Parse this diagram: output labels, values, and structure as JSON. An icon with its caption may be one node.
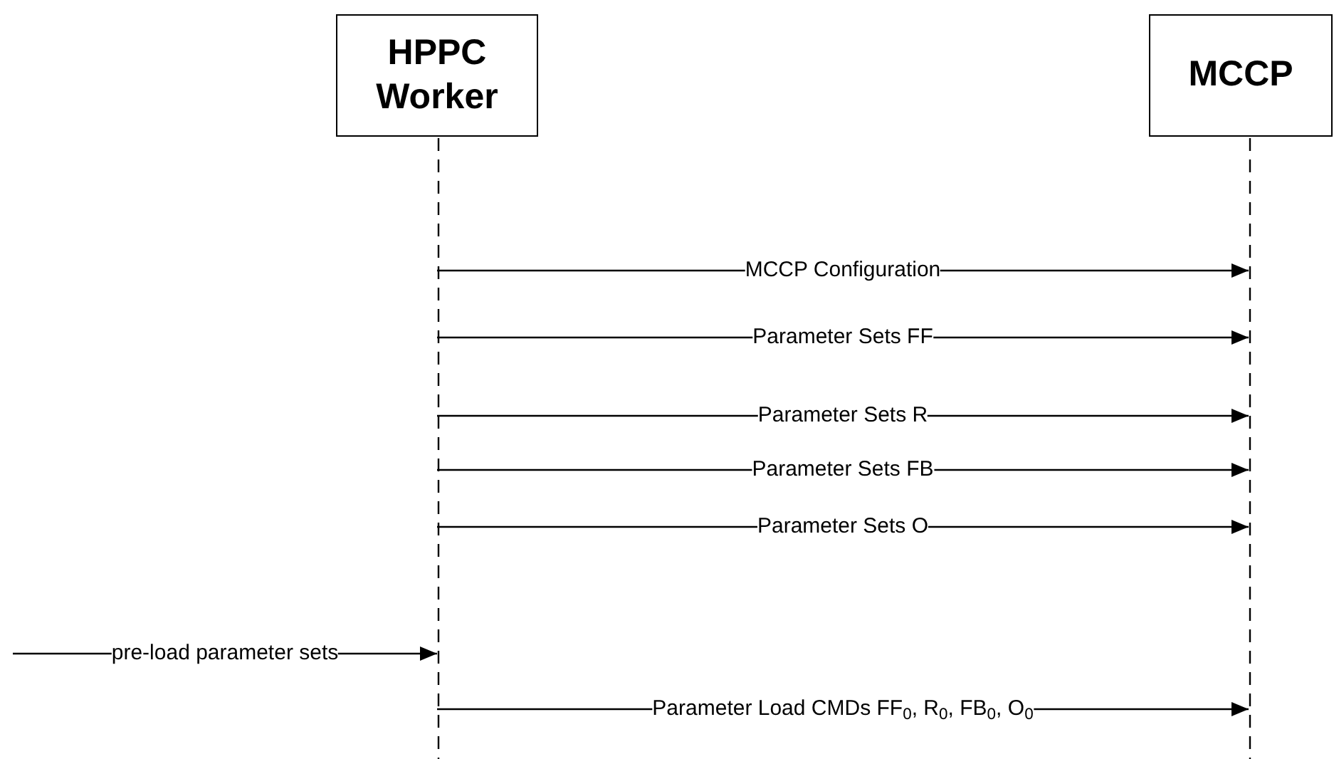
{
  "diagram": {
    "nodes": [
      {
        "text": [
          "HPPC Worker"
        ]
      },
      {
        "text": [
          "MCCP"
        ]
      }
    ],
    "edges": [
      {
        "from": 0,
        "to": 1,
        "arrow": "to",
        "label": "MCCP Configuration"
      },
      {
        "from": 0,
        "to": 1,
        "arrow": "to",
        "label": "Parameter Sets FF"
      },
      {
        "from": 0,
        "to": 1,
        "arrow": "to",
        "label": "Parameter Sets R"
      },
      {
        "from": 0,
        "to": 1,
        "arrow": "to",
        "label": "Parameter Sets FB"
      },
      {
        "from": 0,
        "to": 1,
        "arrow": "to",
        "label": "Parameter Sets O"
      },
      {
        "from": null,
        "to": 0,
        "arrow": "to",
        "label": "pre-load parameter sets"
      },
      {
        "from": 0,
        "to": 1,
        "arrow": "to",
        "label": "Parameter Load CMDs FF$_{0}$, R$_{0}$, FB$_{0}$, O$_{0}$"
      }
    ]
  }
}
